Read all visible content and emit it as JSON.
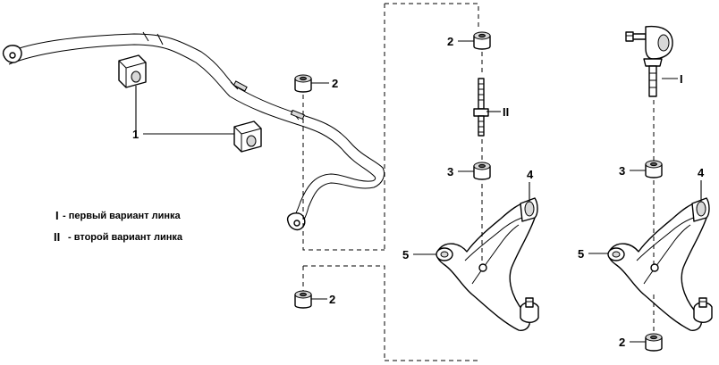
{
  "callouts": {
    "c1": "1",
    "c2a": "2",
    "c2b": "2",
    "c2c": "2",
    "c2d": "2",
    "c3a": "3",
    "c3b": "3",
    "c4a": "4",
    "c4b": "4",
    "c5a": "5",
    "c5b": "5",
    "cIa": "I",
    "cIIa": "II"
  },
  "legend": {
    "variant1_mark": "I",
    "variant1_text": "- первый вариант линка",
    "variant2_mark": "II",
    "variant2_text": "- второй вариант линка"
  }
}
